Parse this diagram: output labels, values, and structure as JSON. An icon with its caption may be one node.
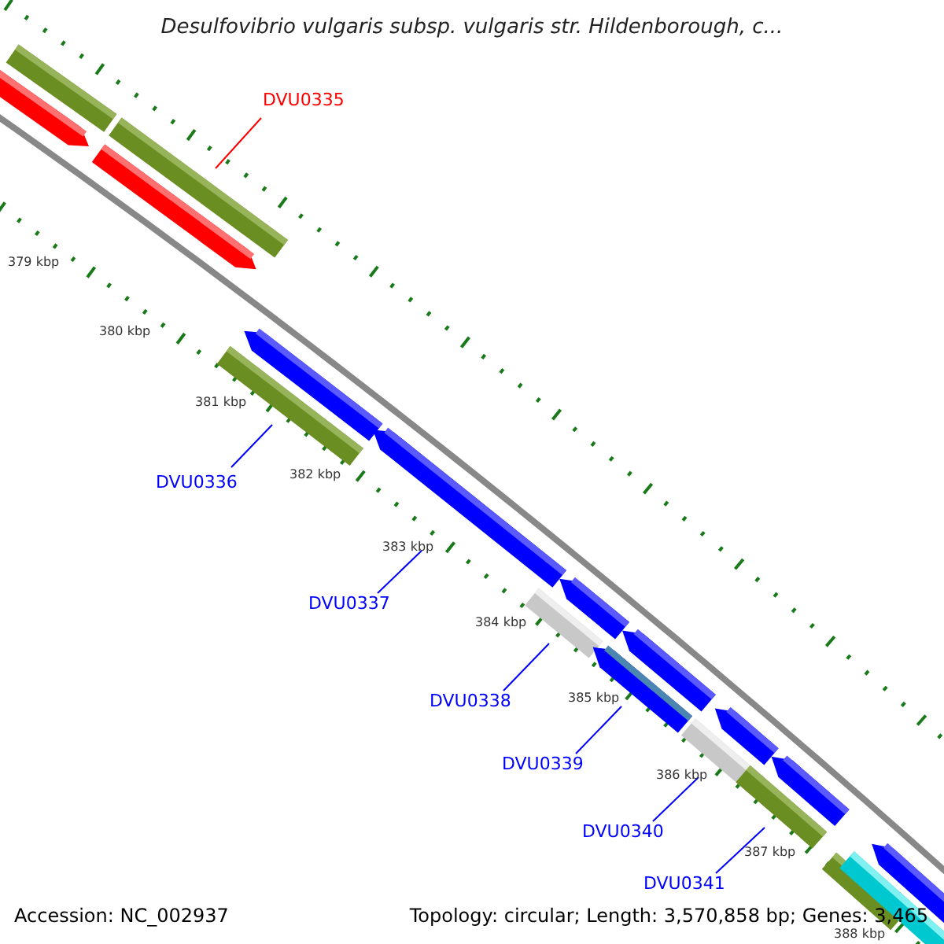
{
  "diagram": {
    "title": "Desulfovibrio vulgaris subsp. vulgaris str. Hildenborough, c...",
    "nodes": [
      {
        "text": [
          "DVU0335"
        ]
      },
      {
        "text": [
          "DVU0336"
        ]
      },
      {
        "text": [
          "DVU0337"
        ]
      },
      {
        "text": [
          "DVU0338"
        ]
      },
      {
        "text": [
          "DVU0339"
        ]
      },
      {
        "text": [
          "DVU0340"
        ]
      },
      {
        "text": [
          "DVU0341"
        ]
      },
      {
        "text": [],
        "shape": "bar"
      },
      {
        "text": [],
        "shape": "arrow"
      },
      {
        "text": [],
        "shape": "bar"
      },
      {
        "text": [],
        "shape": "arrow"
      },
      {
        "text": [],
        "shape": "bar"
      },
      {
        "text": [],
        "shape": "arrow"
      },
      {
        "text": [],
        "shape": "arrow"
      },
      {
        "text": [],
        "shape": "bar"
      },
      {
        "text": [],
        "shape": "arrow"
      },
      {
        "text": [],
        "shape": "arrow"
      },
      {
        "text": [],
        "shape": "arrow"
      },
      {
        "text": [],
        "shape": "bar"
      },
      {
        "text": [],
        "shape": "arrow"
      },
      {
        "text": [],
        "shape": "bar"
      },
      {
        "text": [],
        "shape": "arrow"
      },
      {
        "text": [],
        "shape": "bar"
      },
      {
        "text": [],
        "shape": "bar"
      },
      {
        "text": [],
        "shape": "arrow"
      }
    ],
    "edges": [
      {
        "from": 0,
        "to": 10,
        "arrow": "none",
        "color": "#ff0000"
      },
      {
        "from": 1,
        "to": 11,
        "arrow": "none"
      },
      {
        "from": 2,
        "to": 13,
        "arrow": "none"
      },
      {
        "from": 3,
        "to": 14,
        "arrow": "none"
      },
      {
        "from": 4,
        "to": 16,
        "arrow": "none"
      },
      {
        "from": 5,
        "to": 18,
        "arrow": "none"
      },
      {
        "from": 6,
        "to": 20,
        "arrow": "none"
      }
    ],
    "labels": [
      "379 kbp",
      "380 kbp",
      "381 kbp",
      "382 kbp",
      "383 kbp",
      "384 kbp",
      "385 kbp",
      "386 kbp",
      "387 kbp",
      "388 kbp",
      "Accession: NC_002937",
      "Topology: circular; Length: 3,570,858 bp; Genes: 3,465"
    ]
  }
}
